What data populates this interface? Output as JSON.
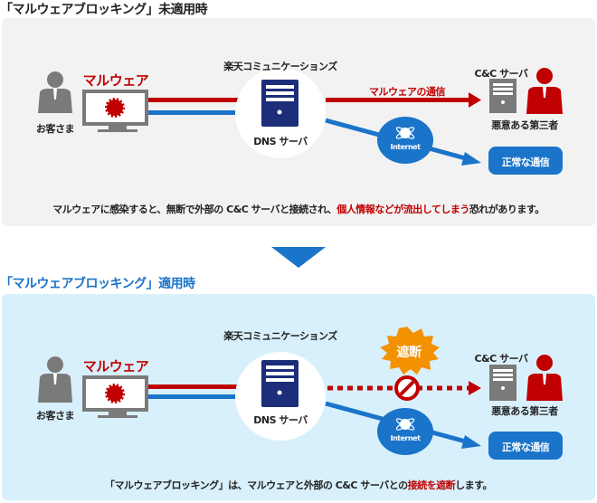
{
  "sections": [
    {
      "title": "「マルウェアブロッキング」未適用時",
      "company": "楽天コミュニケーションズ",
      "customer": "お客さま",
      "malware": "マルウェア",
      "dns": "DNS サーバ",
      "malware_traffic": "マルウェアの通信",
      "internet": "Internet",
      "cc_server": "C&C サーバ",
      "attacker": "悪意ある第三者",
      "normal": "正常な通信",
      "caption_pre": "マルウェアに感染すると、無断で外部の C&C サーバと接続され、",
      "caption_em": "個人情報などが流出してしまう",
      "caption_post": "恐れがあります。"
    },
    {
      "title": "「マルウェアブロッキング」適用時",
      "company": "楽天コミュニケーションズ",
      "customer": "お客さま",
      "malware": "マルウェア",
      "dns": "DNS サーバ",
      "blocked": "遮断",
      "internet": "Internet",
      "cc_server": "C&C サーバ",
      "attacker": "悪意ある第三者",
      "normal": "正常な通信",
      "caption_pre": "「マルウェアブロッキング」は、マルウェアと外部の C&C サーバとの",
      "caption_em": "接続を遮断",
      "caption_post": "します。"
    }
  ],
  "colors": {
    "red": "#c00000",
    "blue": "#1a74c9",
    "navy": "#1c2e7a",
    "gray": "#7a7a7a",
    "orange": "#f39200"
  }
}
